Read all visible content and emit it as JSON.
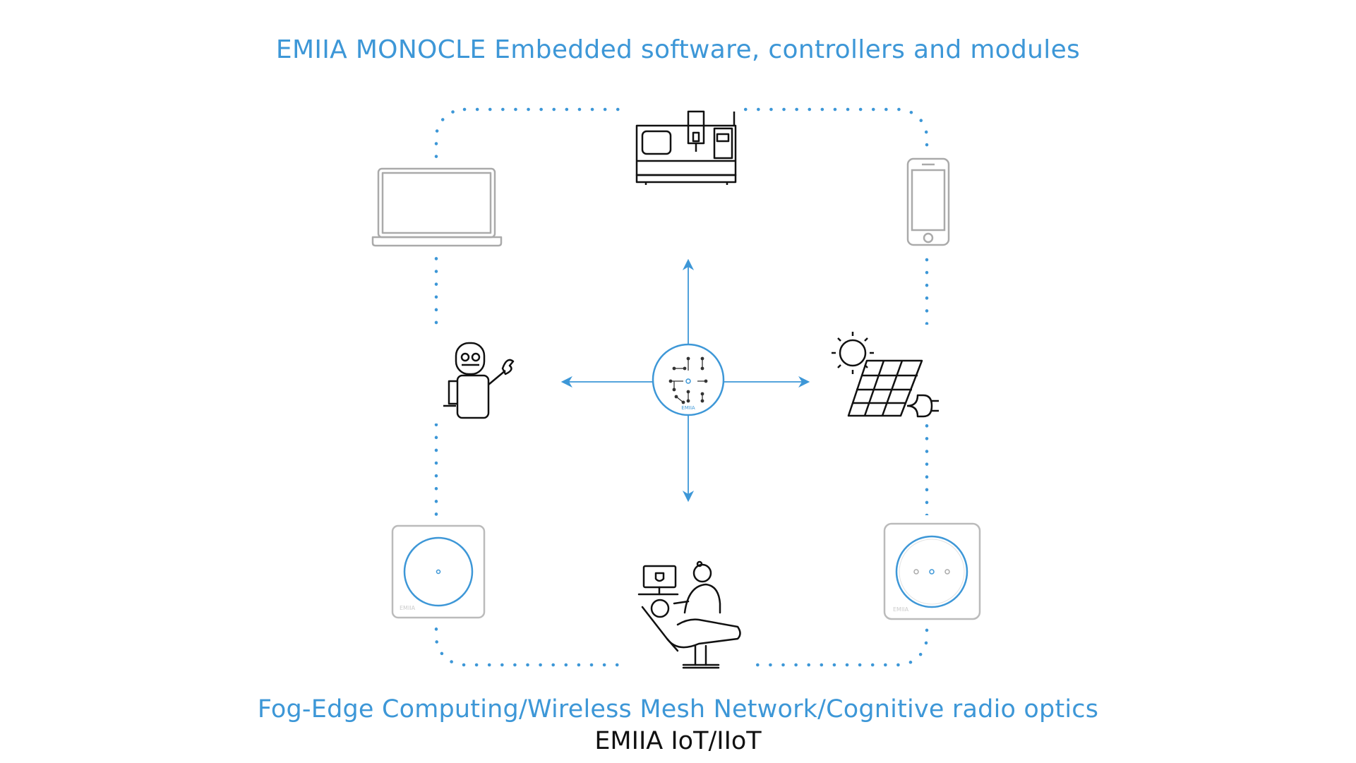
{
  "header": {
    "title": "EMIIA MONOCLE Embedded software, controllers and modules"
  },
  "footer": {
    "subtitle": "Fog-Edge Computing/Wireless Mesh Network/Cognitive radio optics",
    "caption": "EMIIA IoT/IIoT"
  },
  "hub": {
    "brand": "EMIIA"
  },
  "devices": {
    "left_module_brand": "EMIIA",
    "right_module_brand": "EMIIA"
  },
  "colors": {
    "accent": "#3d97d7",
    "device_grey": "#aaaaaa",
    "line_dark": "#111111"
  },
  "icons": [
    "cnc-machine-icon",
    "laptop-icon",
    "smartphone-icon",
    "robot-icon",
    "solar-energy-icon",
    "wall-module-icon",
    "wall-socket-module-icon",
    "dentist-chair-icon",
    "circuit-hub-icon"
  ]
}
